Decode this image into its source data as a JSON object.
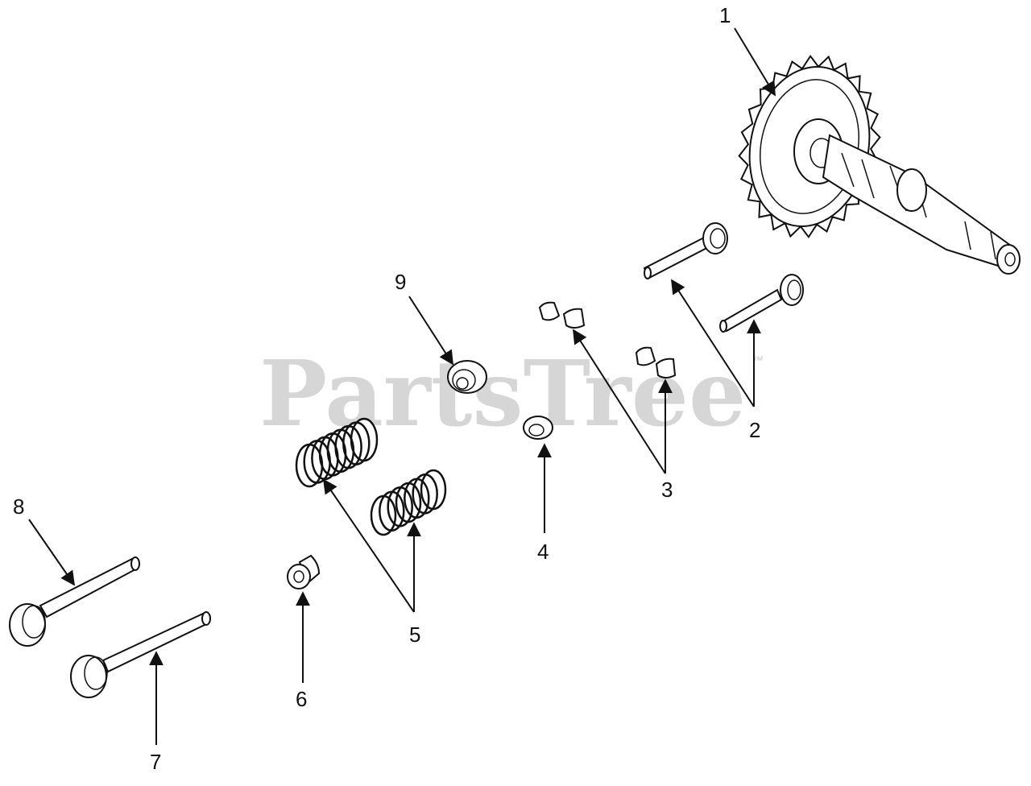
{
  "watermark": {
    "text": "PartsTree",
    "trademark": "™"
  },
  "callouts": [
    "1",
    "2",
    "3",
    "4",
    "5",
    "6",
    "7",
    "8",
    "9"
  ],
  "parts": [
    {
      "callout": "1",
      "depicts": "gear-camshaft"
    },
    {
      "callout": "2",
      "depicts": "valve-pair-upper"
    },
    {
      "callout": "3",
      "depicts": "valve-keepers"
    },
    {
      "callout": "4",
      "depicts": "spring-retainer"
    },
    {
      "callout": "5",
      "depicts": "valve-springs"
    },
    {
      "callout": "6",
      "depicts": "valve-guide-seal"
    },
    {
      "callout": "7",
      "depicts": "valve-lower"
    },
    {
      "callout": "8",
      "depicts": "valve-upper-left"
    },
    {
      "callout": "9",
      "depicts": "rotator-cap"
    }
  ],
  "colors": {
    "ink": "#111111",
    "watermark": "#d6d6d6",
    "background": "#ffffff"
  }
}
